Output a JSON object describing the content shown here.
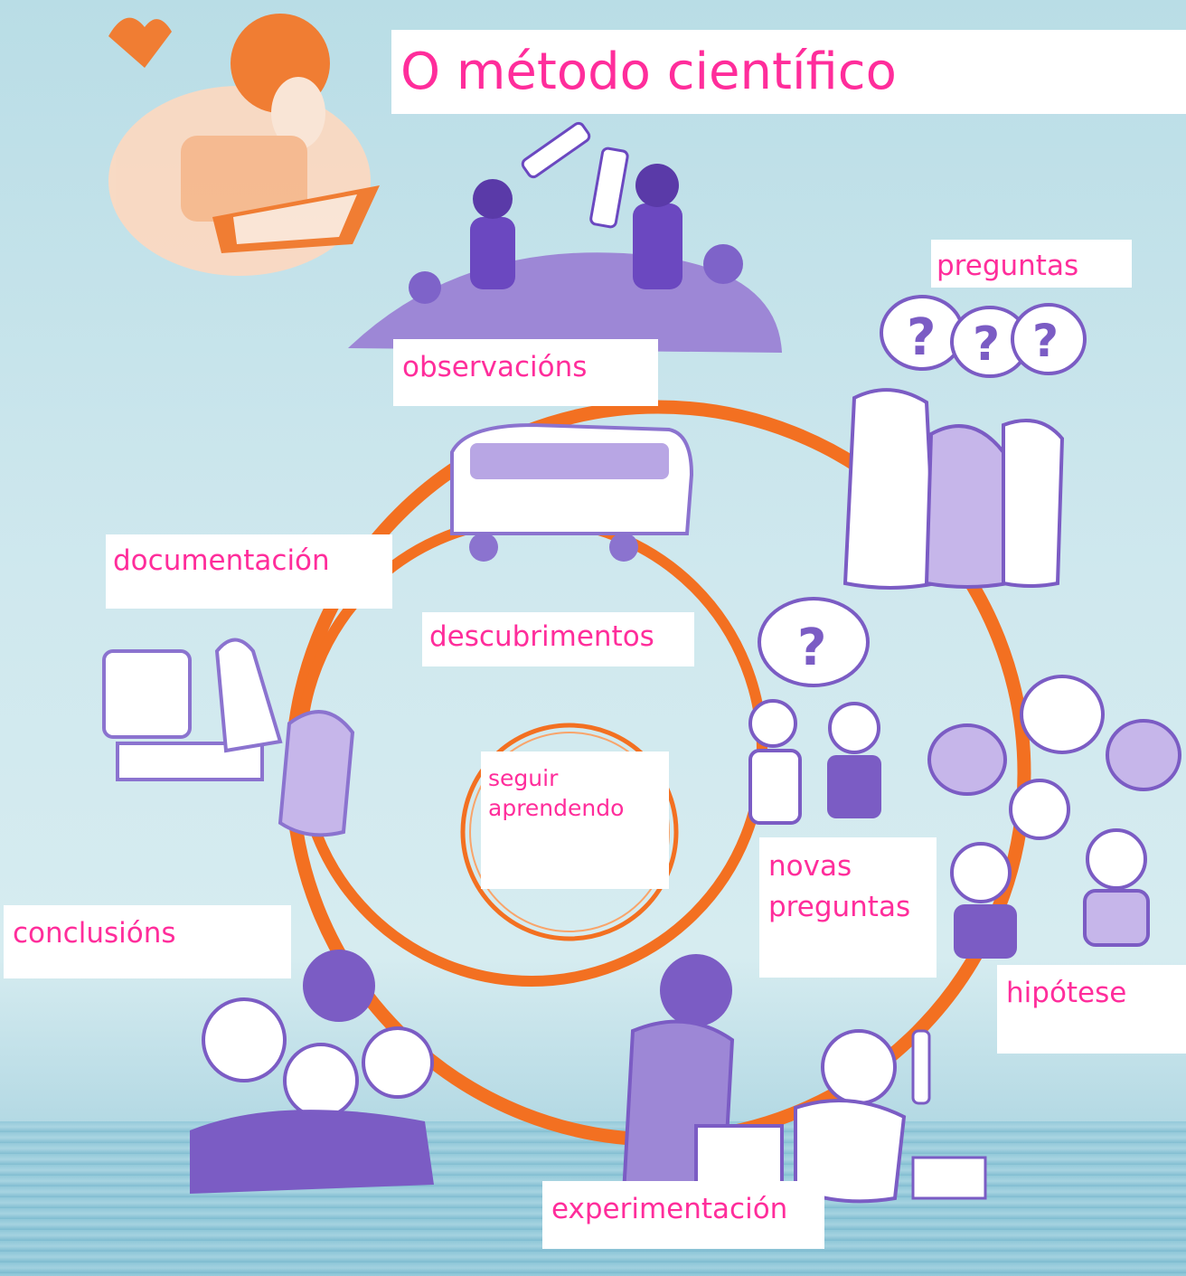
{
  "title": "O método científico",
  "labels": {
    "observacions": "observacións",
    "preguntas": "preguntas",
    "hipotese": "hipótese",
    "experimentacion": "experimentación",
    "conclusions": "conclusións",
    "documentacion": "documentación",
    "descubrimentos": "descubrimentos",
    "novas_preguntas": [
      "novas",
      "preguntas"
    ],
    "seguir_aprendendo": [
      "seguir",
      "aprendendo"
    ]
  },
  "colors": {
    "text": "#ff2d9b",
    "cycle": "#f37021",
    "illustration": "#7b5cc4",
    "accent_illustration": "#f3782a"
  }
}
